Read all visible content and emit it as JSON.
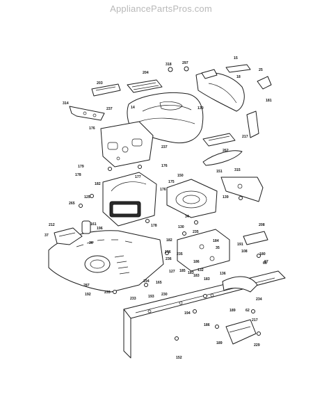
{
  "watermark": "AppliancePartsPros.com",
  "colors": {
    "line": "#1a1a1a",
    "watermark": "#b8b8b8",
    "background": "#ffffff"
  },
  "callouts": [
    "15",
    "25",
    "318",
    "297",
    "204",
    "203",
    "18",
    "314",
    "14",
    "237",
    "130",
    "181",
    "176",
    "217",
    "262",
    "237",
    "179",
    "176",
    "315",
    "150",
    "151",
    "178",
    "182",
    "177",
    "175",
    "176",
    "139",
    "265",
    "125",
    "161",
    "130",
    "235",
    "34",
    "208",
    "212",
    "196",
    "36",
    "37",
    "182",
    "35",
    "196",
    "235",
    "236",
    "185",
    "183",
    "191",
    "184",
    "127",
    "132",
    "87",
    "183",
    "108",
    "180",
    "66",
    "186",
    "136",
    "178",
    "194",
    "193",
    "165",
    "230",
    "287",
    "183",
    "233",
    "194",
    "234",
    "217",
    "62",
    "189",
    "192",
    "186",
    "229",
    "189",
    "152",
    "233"
  ]
}
